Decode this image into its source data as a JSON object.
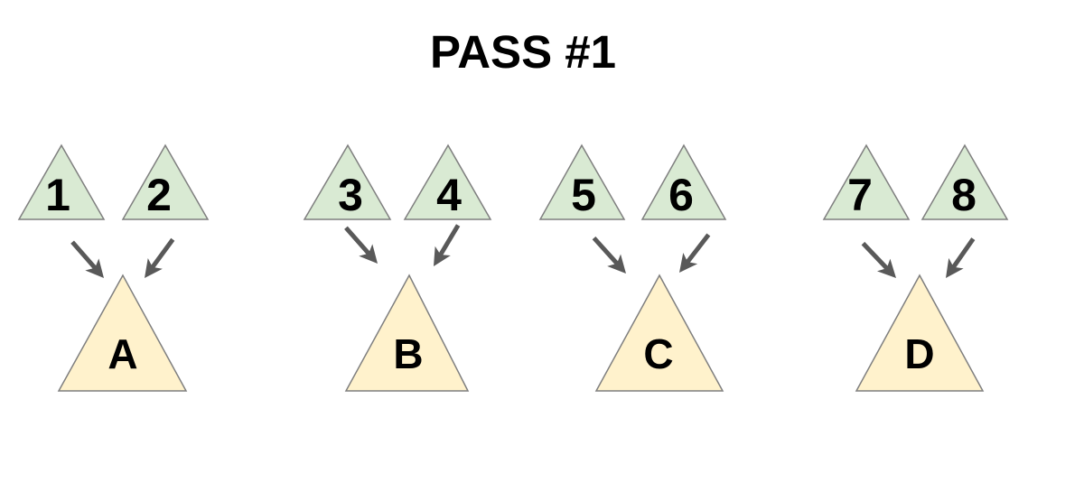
{
  "title": "PASS #1",
  "colors": {
    "background": "#ffffff",
    "source_fill": "#d9ead3",
    "target_fill": "#fff2cc",
    "shape_stroke": "#7f7f7f",
    "arrow": "#595959",
    "text": "#000000"
  },
  "groups": [
    {
      "id": "A",
      "sources": [
        "1",
        "2"
      ],
      "target": "A"
    },
    {
      "id": "B",
      "sources": [
        "3",
        "4"
      ],
      "target": "B"
    },
    {
      "id": "C",
      "sources": [
        "5",
        "6"
      ],
      "target": "C"
    },
    {
      "id": "D",
      "sources": [
        "7",
        "8"
      ],
      "target": "D"
    }
  ]
}
